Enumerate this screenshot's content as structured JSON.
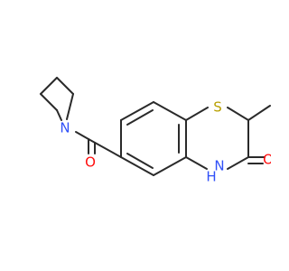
{
  "atoms": {
    "sulfur": {
      "label": "S",
      "color": "#b8a000"
    },
    "carbonyl_oxygen_lactam": {
      "label": "O",
      "color": "#ff0d0d"
    },
    "carbonyl_oxygen_amide": {
      "label": "O",
      "color": "#ff0d0d"
    },
    "azetidine_nitrogen": {
      "label": "N",
      "color": "#3050f8"
    },
    "lactam_nitrogen": {
      "label": "N",
      "color": "#3050f8"
    },
    "lactam_hydrogen": {
      "label": "H",
      "color": "#3050f8"
    }
  },
  "bond_color": "#2a2a2a"
}
